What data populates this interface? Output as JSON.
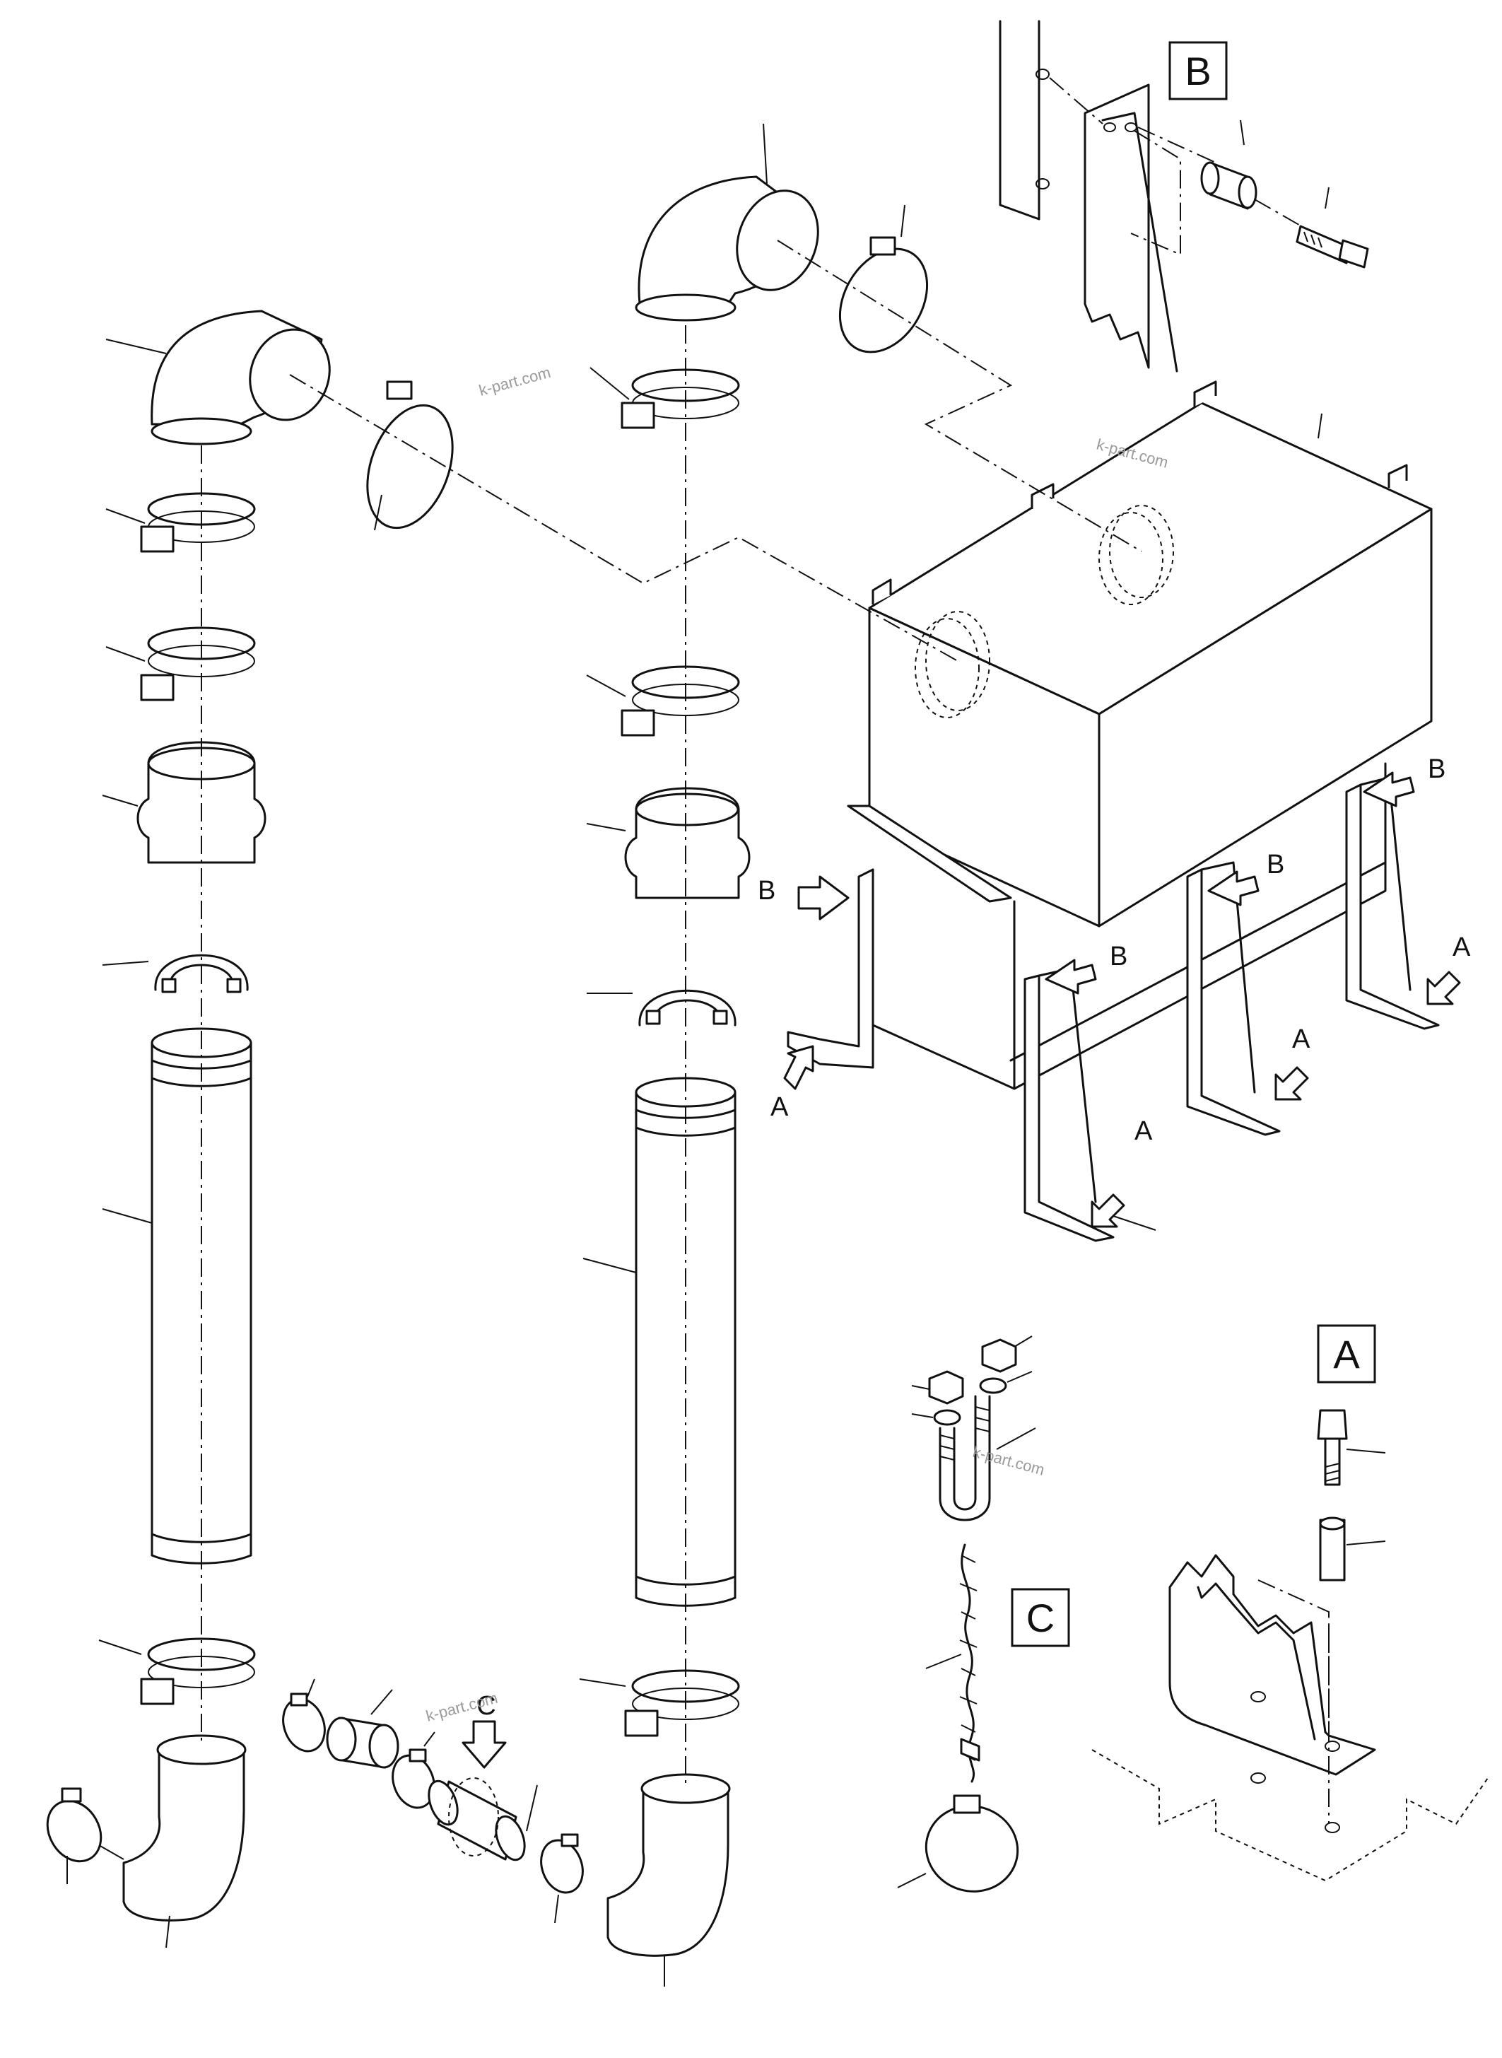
{
  "diagram": {
    "detail_labels": {
      "a": "A",
      "b": "B",
      "c": "C"
    },
    "view_callouts": {
      "a": "A",
      "b": "B",
      "c": "C"
    },
    "watermark": "k-part.com"
  }
}
